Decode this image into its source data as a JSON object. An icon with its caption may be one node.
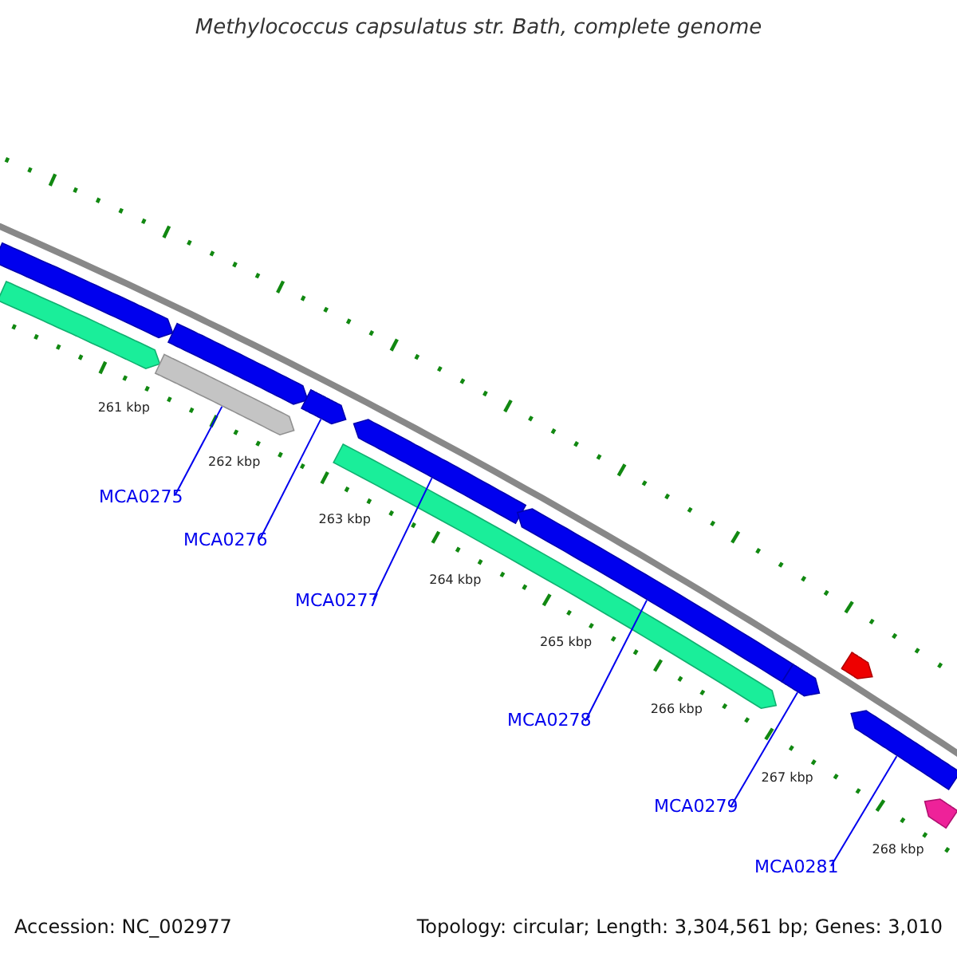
{
  "diagram": {
    "title": "Methylococcus capsulatus str. Bath, complete genome",
    "nodes": [
      {
        "text": [
          "MCA0275"
        ]
      },
      {
        "text": [
          "MCA0276"
        ]
      },
      {
        "text": [
          "MCA0277"
        ]
      },
      {
        "text": [
          "MCA0278"
        ]
      },
      {
        "text": [
          "MCA0279"
        ]
      },
      {
        "text": [
          "MCA0281"
        ]
      },
      {
        "text": [],
        "shape": "bar"
      },
      {
        "text": [],
        "shape": "bar"
      },
      {
        "text": [],
        "shape": "bar"
      },
      {
        "text": [],
        "shape": "bar"
      },
      {
        "text": [],
        "shape": "bar"
      },
      {
        "text": [],
        "shape": "bar"
      },
      {
        "text": [],
        "shape": "bar"
      },
      {
        "text": [],
        "shape": "bar"
      },
      {
        "text": [],
        "shape": "bar"
      },
      {
        "text": [],
        "shape": "bar"
      },
      {
        "text": [],
        "shape": "bar"
      },
      {
        "text": [],
        "shape": "bar"
      }
    ],
    "edges": [
      {
        "from": 0,
        "to": 9,
        "arrow": "none"
      },
      {
        "from": 1,
        "to": 10,
        "arrow": "none"
      },
      {
        "from": 2,
        "to": 11,
        "arrow": "none"
      },
      {
        "from": 3,
        "to": 13,
        "arrow": "none"
      },
      {
        "from": 4,
        "to": 14,
        "arrow": "none"
      },
      {
        "from": 5,
        "to": 16,
        "arrow": "none"
      }
    ],
    "labels": [
      "261 kbp",
      "262 kbp",
      "263 kbp",
      "264 kbp",
      "265 kbp",
      "266 kbp",
      "267 kbp",
      "268 kbp",
      "Accession: NC_002977",
      "Topology: circular; Length: 3,304,561 bp; Genes: 3,010"
    ]
  }
}
